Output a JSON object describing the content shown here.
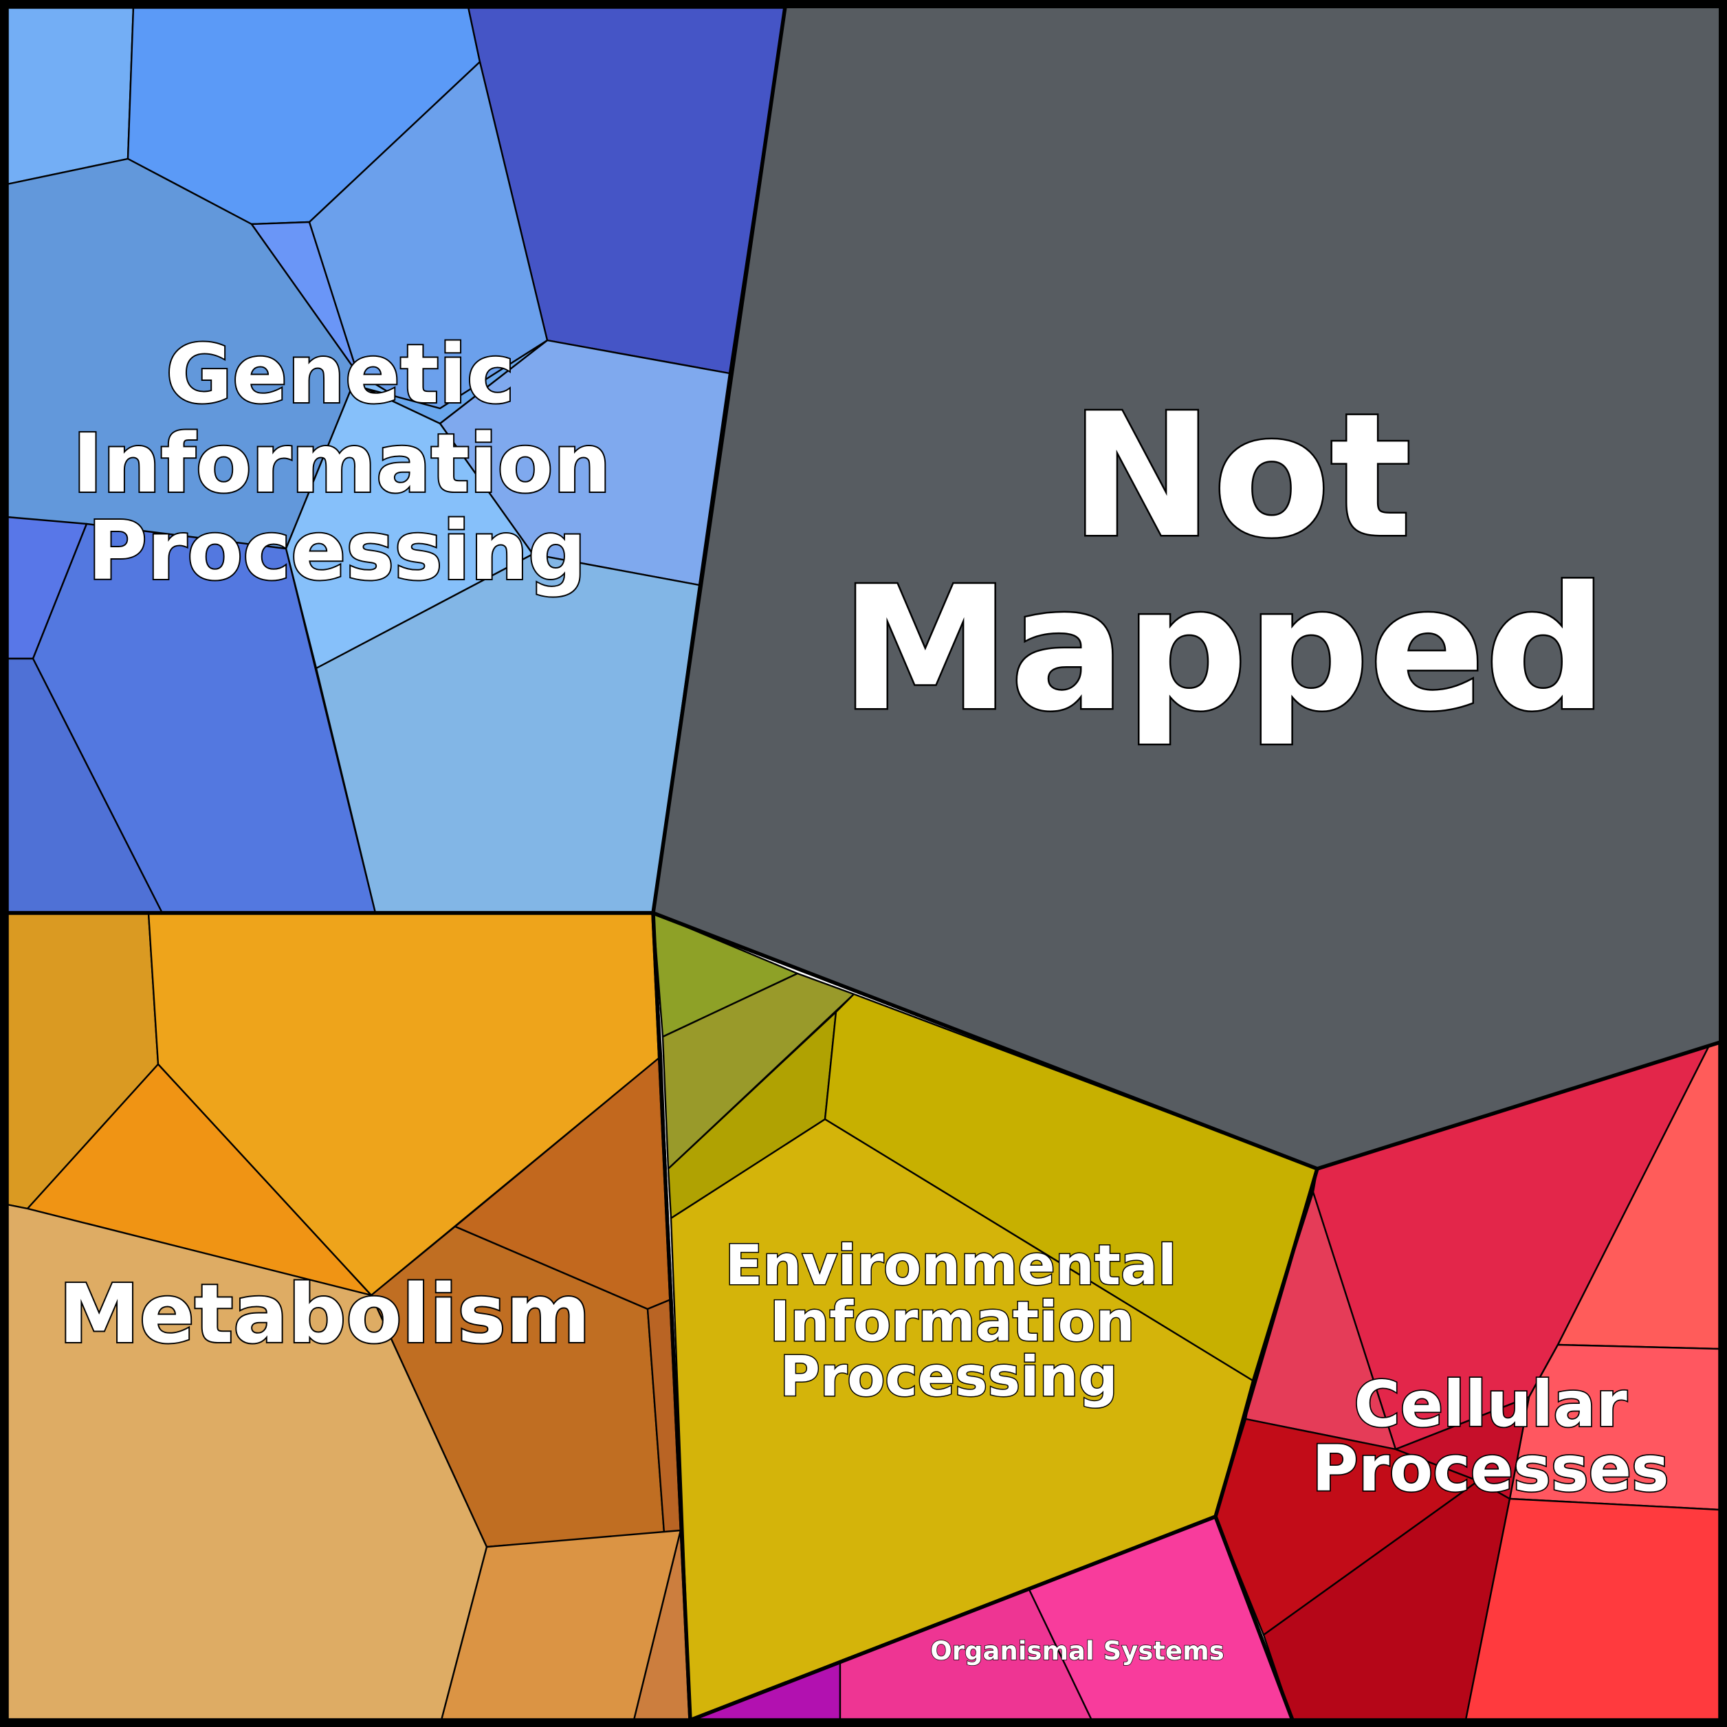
{
  "diagram": {
    "type": "voronoi-treemap",
    "groups": [
      {
        "label_lines": [
          "Not",
          "Mapped"
        ],
        "color": "#575c61"
      },
      {
        "label_lines": [
          "Genetic",
          "Information",
          "Processing"
        ],
        "color": "#5b8fe8"
      },
      {
        "label_lines": [
          "Metabolism"
        ],
        "color": "#dea862"
      },
      {
        "label_lines": [
          "Environmental",
          "Information",
          "Processing"
        ],
        "color": "#d4b40a"
      },
      {
        "label_lines": [
          "Cellular",
          "Processes"
        ],
        "color": "#e3264a"
      },
      {
        "label_lines": [
          "Organismal Systems"
        ],
        "color": "#f23c9c"
      }
    ]
  }
}
